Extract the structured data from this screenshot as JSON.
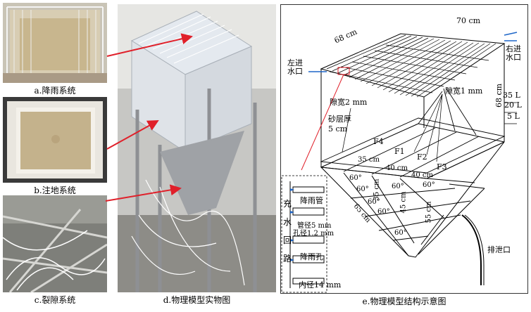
{
  "captions": {
    "a": "a.降雨系统",
    "b": "b.注地系统",
    "c": "c.裂隙系统",
    "d": "d.物理模型实物图",
    "e": "e.物理模型结构示意图"
  },
  "diagram": {
    "dim_top_left": "68 cm",
    "dim_top_right": "70 cm",
    "left_inlet": [
      "左进",
      "水口"
    ],
    "right_inlet": [
      "右进",
      "水口"
    ],
    "height": "68 cm",
    "gap_2mm": "隙宽2 mm",
    "gap_1mm": "隙宽1 mm",
    "sand_layer": [
      "砂层厚",
      "5 cm"
    ],
    "level_35": "35 L",
    "level_20": "20 L",
    "level_5": "5 L",
    "fractures": [
      "F1",
      "F2",
      "F3",
      "F4"
    ],
    "len_35": "35 cm",
    "len_40": "40 cm",
    "len_40b": "40 cm",
    "slope_65": "65 cm",
    "slope_35": "35 cm",
    "slope_45": "45 cm",
    "slope_55": "55 cm",
    "angle": "60°",
    "drain": "排泄口"
  },
  "inset": {
    "vertical_label": [
      "充",
      "水",
      "回",
      "路"
    ],
    "rain_pipe": "降雨管",
    "pipe_dia": "管径5 mm",
    "hole_dia": "孔径1.2 mm",
    "rain_hole": "降雨孔",
    "inner_dia": "内径14 mm"
  }
}
